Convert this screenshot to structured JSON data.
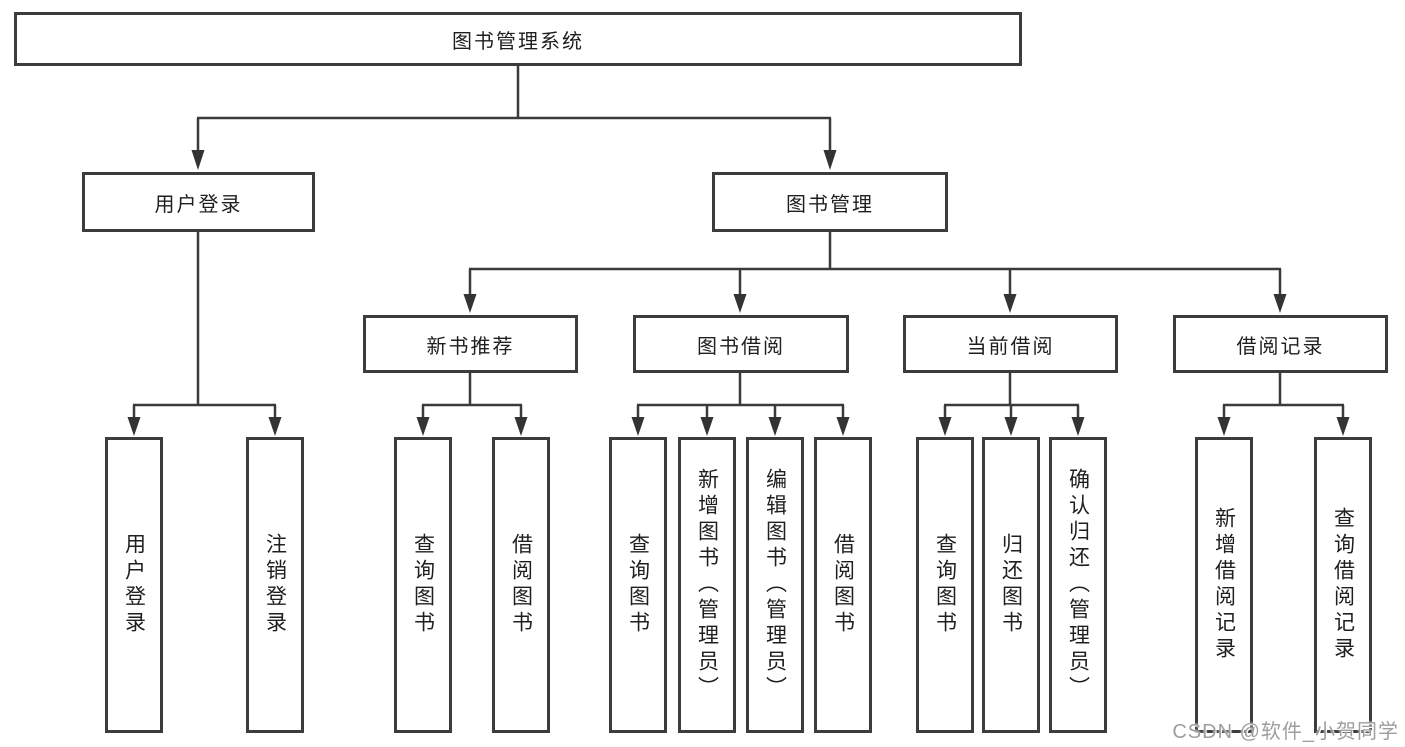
{
  "diagram": {
    "title": "图书管理系统",
    "level2": [
      {
        "label": "用户登录"
      },
      {
        "label": "图书管理"
      }
    ],
    "level3": [
      {
        "label": "新书推荐"
      },
      {
        "label": "图书借阅"
      },
      {
        "label": "当前借阅"
      },
      {
        "label": "借阅记录"
      }
    ],
    "leaves": [
      {
        "group": "用户登录",
        "label": "用户登录"
      },
      {
        "group": "用户登录",
        "label": "注销登录"
      },
      {
        "group": "新书推荐",
        "label": "查询图书"
      },
      {
        "group": "新书推荐",
        "label": "借阅图书"
      },
      {
        "group": "图书借阅",
        "label": "查询图书"
      },
      {
        "group": "图书借阅",
        "label": "新增图书（管理员）"
      },
      {
        "group": "图书借阅",
        "label": "编辑图书（管理员）"
      },
      {
        "group": "图书借阅",
        "label": "借阅图书"
      },
      {
        "group": "当前借阅",
        "label": "查询图书"
      },
      {
        "group": "当前借阅",
        "label": "归还图书"
      },
      {
        "group": "当前借阅",
        "label": "确认归还（管理员）"
      },
      {
        "group": "借阅记录",
        "label": "新增借阅记录"
      },
      {
        "group": "借阅记录",
        "label": "查询借阅记录"
      }
    ],
    "watermark": "CSDN @软件_小贺同学",
    "colors": {
      "line": "#3a3a3a",
      "border": "#3c3c3c",
      "text": "#1f1f1f",
      "watermark": "#9e9e9e",
      "background": "#ffffff"
    }
  }
}
